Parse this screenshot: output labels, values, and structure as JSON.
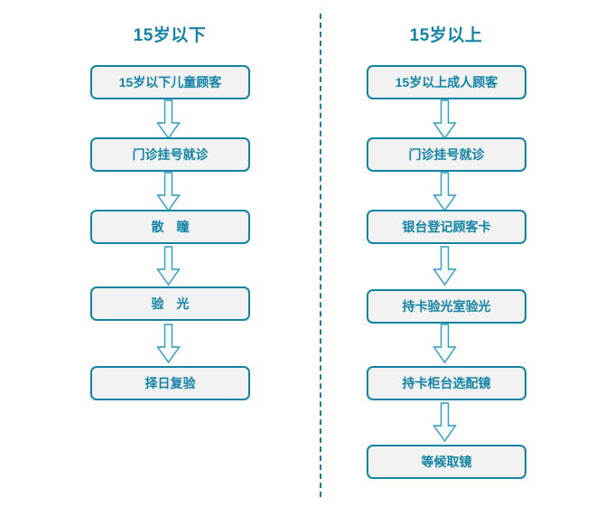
{
  "diagram": {
    "title_left": "15岁以下",
    "title_right": "15岁以上",
    "colors": {
      "stroke": "#1383a5",
      "node_fill": "#f2f2f2",
      "arrow_fill": "#f7fbfc",
      "divider": "#1a7f9e",
      "background": "#ffffff"
    },
    "divider": {
      "style": "dashed-vertical"
    },
    "columns": [
      {
        "name": "under-15",
        "title": "15岁以下",
        "nodes": [
          {
            "label": "15岁以下儿童顾客"
          },
          {
            "label": "门诊挂号就诊"
          },
          {
            "label": "散　瞳"
          },
          {
            "label": "验　光"
          },
          {
            "label": "择日复验"
          }
        ],
        "arrows": [
          {
            "name": "arrow-down-1",
            "direction": "down"
          },
          {
            "name": "arrow-down-2",
            "direction": "down"
          },
          {
            "name": "arrow-down-3",
            "direction": "down"
          },
          {
            "name": "arrow-down-4",
            "direction": "down"
          }
        ]
      },
      {
        "name": "over-15",
        "title": "15岁以上",
        "nodes": [
          {
            "label": "15岁以上成人顾客"
          },
          {
            "label": "门诊挂号就诊"
          },
          {
            "label": "银台登记顾客卡"
          },
          {
            "label": "持卡验光室验光"
          },
          {
            "label": "持卡柜台选配镜"
          },
          {
            "label": "等候取镜"
          }
        ],
        "arrows": [
          {
            "name": "arrow-down-1",
            "direction": "down"
          },
          {
            "name": "arrow-down-2",
            "direction": "down"
          },
          {
            "name": "arrow-down-3",
            "direction": "down"
          },
          {
            "name": "arrow-down-4",
            "direction": "down"
          },
          {
            "name": "arrow-down-5",
            "direction": "down"
          }
        ]
      }
    ]
  }
}
